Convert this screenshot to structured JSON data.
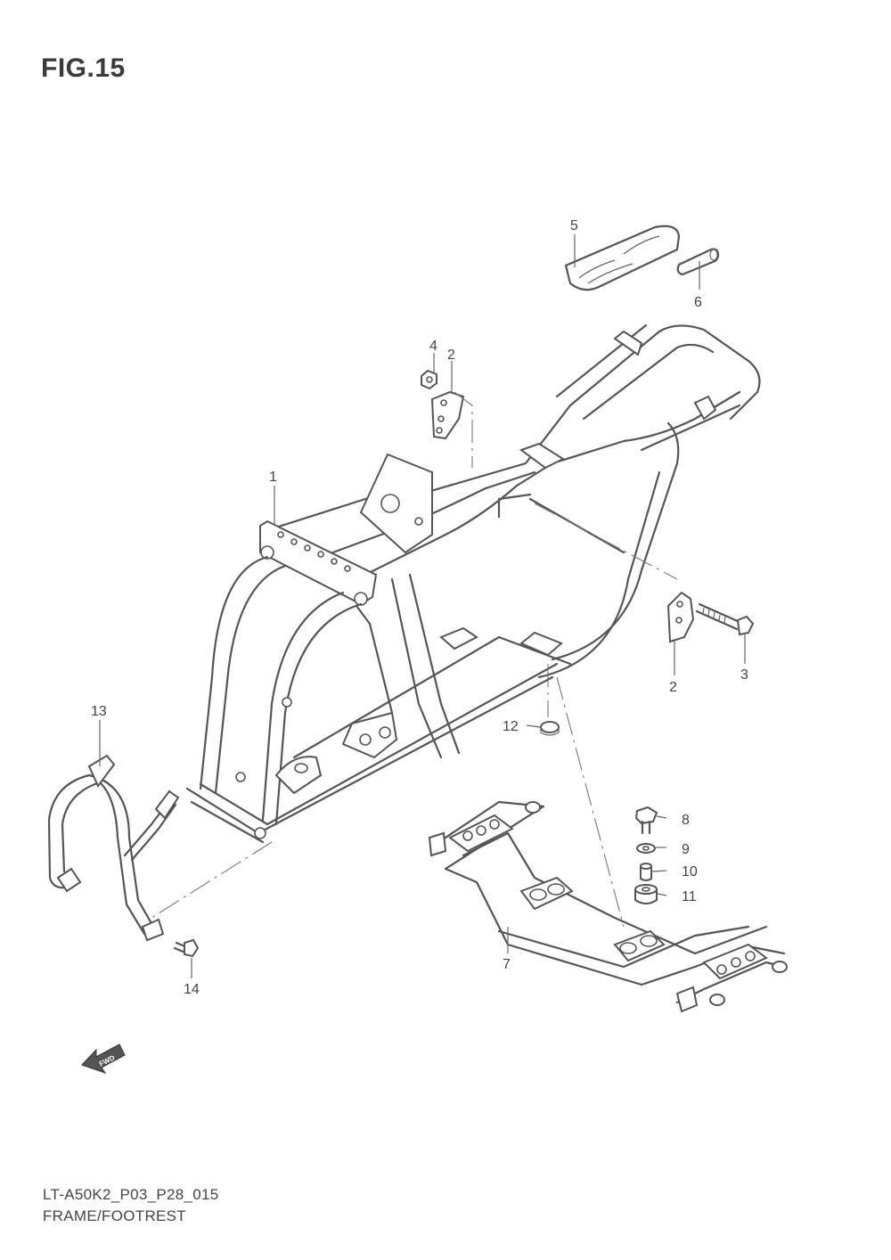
{
  "figure": {
    "title": "FIG.15"
  },
  "callouts": [
    "1",
    "2",
    "4",
    "5",
    "6",
    "2",
    "3",
    "13",
    "12",
    "8",
    "9",
    "10",
    "11",
    "7",
    "14"
  ],
  "fwd_label": "FWD",
  "footer": {
    "model_code": "LT-A50K2_P03_P28_015",
    "section_name": "FRAME/FOOTREST"
  }
}
